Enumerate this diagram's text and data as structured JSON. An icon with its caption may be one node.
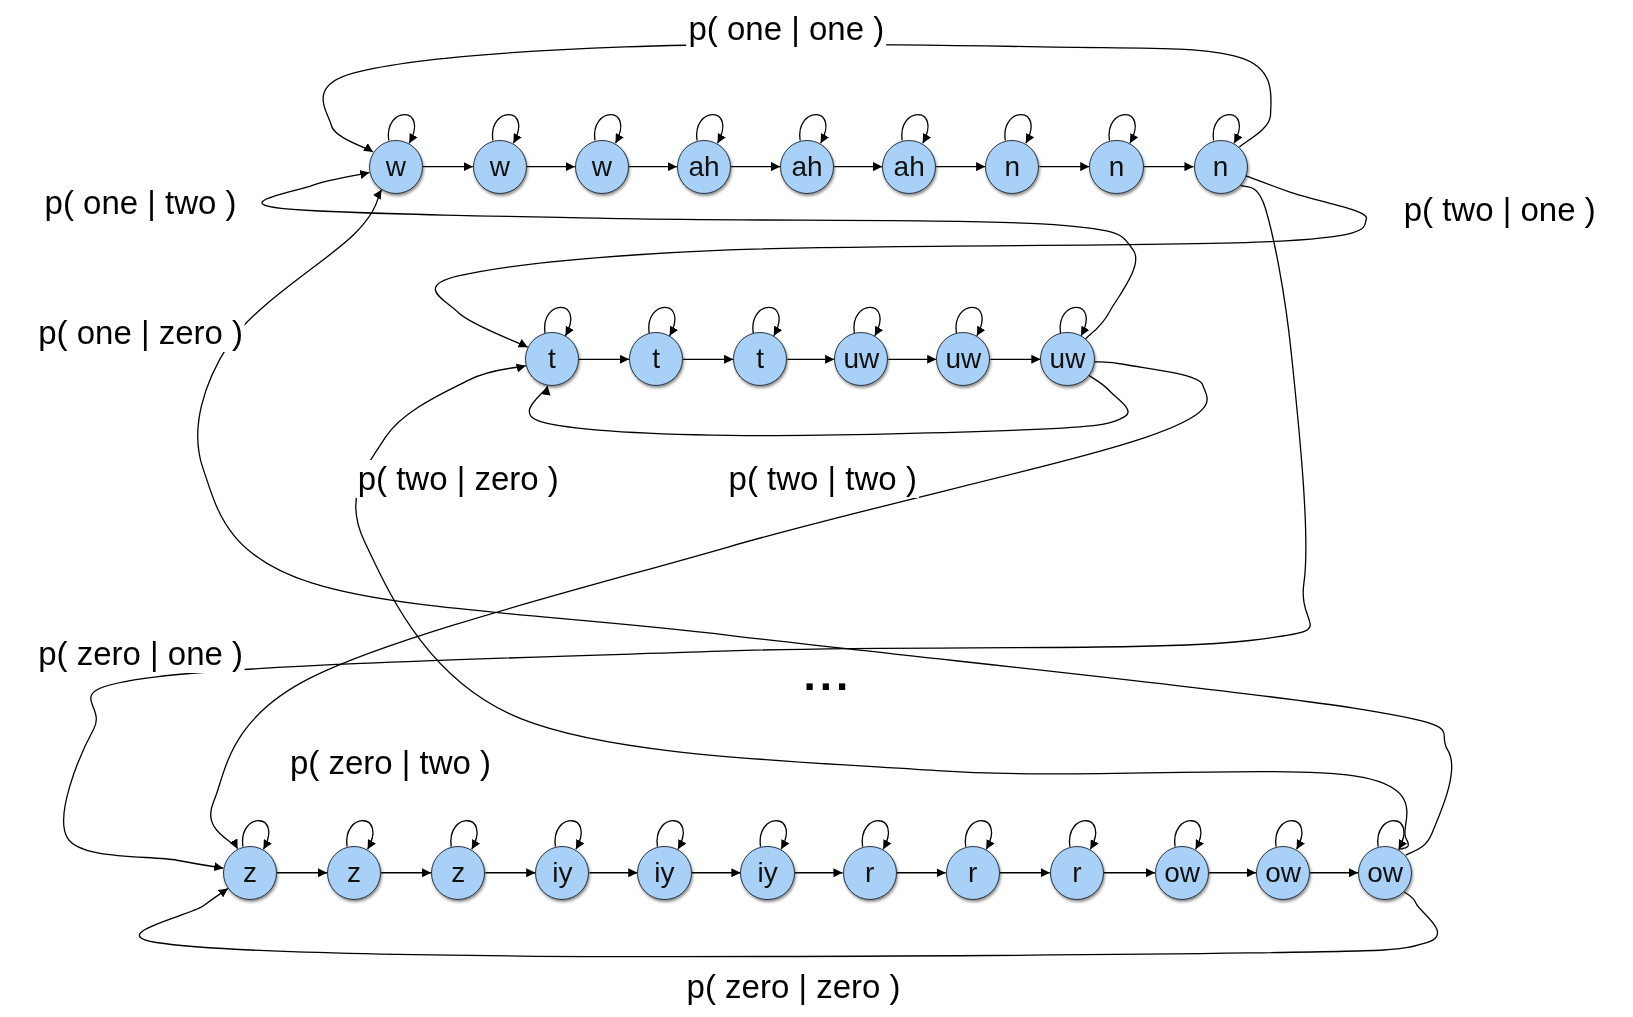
{
  "diagram": {
    "nodes": [
      {
        "text": [
          "w"
        ]
      },
      {
        "text": [
          "w"
        ]
      },
      {
        "text": [
          "w"
        ]
      },
      {
        "text": [
          "ah"
        ]
      },
      {
        "text": [
          "ah"
        ]
      },
      {
        "text": [
          "ah"
        ]
      },
      {
        "text": [
          "n"
        ]
      },
      {
        "text": [
          "n"
        ]
      },
      {
        "text": [
          "n"
        ]
      },
      {
        "text": [
          "t"
        ]
      },
      {
        "text": [
          "t"
        ]
      },
      {
        "text": [
          "t"
        ]
      },
      {
        "text": [
          "uw"
        ]
      },
      {
        "text": [
          "uw"
        ]
      },
      {
        "text": [
          "uw"
        ]
      },
      {
        "text": [
          "z"
        ]
      },
      {
        "text": [
          "z"
        ]
      },
      {
        "text": [
          "z"
        ]
      },
      {
        "text": [
          "iy"
        ]
      },
      {
        "text": [
          "iy"
        ]
      },
      {
        "text": [
          "iy"
        ]
      },
      {
        "text": [
          "r"
        ]
      },
      {
        "text": [
          "r"
        ]
      },
      {
        "text": [
          "r"
        ]
      },
      {
        "text": [
          "ow"
        ]
      },
      {
        "text": [
          "ow"
        ]
      },
      {
        "text": [
          "ow"
        ]
      }
    ],
    "edges": [
      {
        "from": 8,
        "to": 0,
        "arrow": "to",
        "label": "p( one | one )"
      },
      {
        "from": 14,
        "to": 0,
        "arrow": "to",
        "label": "p( one | two )"
      },
      {
        "from": 26,
        "to": 0,
        "arrow": "to",
        "label": "p( one | zero )"
      },
      {
        "from": 8,
        "to": 9,
        "arrow": "to",
        "label": "p( two | one )"
      },
      {
        "from": 14,
        "to": 9,
        "arrow": "to",
        "label": "p( two | two )"
      },
      {
        "from": 26,
        "to": 9,
        "arrow": "to",
        "label": "p( two | zero )"
      },
      {
        "from": 8,
        "to": 15,
        "arrow": "to",
        "label": "p( zero | one )"
      },
      {
        "from": 14,
        "to": 15,
        "arrow": "to",
        "label": "p( zero | two )"
      },
      {
        "from": 26,
        "to": 15,
        "arrow": "to",
        "label": "p( zero | zero )"
      },
      {
        "from": 0,
        "to": 0,
        "arrow": "to"
      },
      {
        "from": 1,
        "to": 1,
        "arrow": "to"
      },
      {
        "from": 2,
        "to": 2,
        "arrow": "to"
      },
      {
        "from": 3,
        "to": 3,
        "arrow": "to"
      },
      {
        "from": 4,
        "to": 4,
        "arrow": "to"
      },
      {
        "from": 5,
        "to": 5,
        "arrow": "to"
      },
      {
        "from": 6,
        "to": 6,
        "arrow": "to"
      },
      {
        "from": 7,
        "to": 7,
        "arrow": "to"
      },
      {
        "from": 8,
        "to": 8,
        "arrow": "to"
      },
      {
        "from": 9,
        "to": 9,
        "arrow": "to"
      },
      {
        "from": 10,
        "to": 10,
        "arrow": "to"
      },
      {
        "from": 11,
        "to": 11,
        "arrow": "to"
      },
      {
        "from": 12,
        "to": 12,
        "arrow": "to"
      },
      {
        "from": 13,
        "to": 13,
        "arrow": "to"
      },
      {
        "from": 14,
        "to": 14,
        "arrow": "to"
      },
      {
        "from": 15,
        "to": 15,
        "arrow": "to"
      },
      {
        "from": 16,
        "to": 16,
        "arrow": "to"
      },
      {
        "from": 17,
        "to": 17,
        "arrow": "to"
      },
      {
        "from": 18,
        "to": 18,
        "arrow": "to"
      },
      {
        "from": 19,
        "to": 19,
        "arrow": "to"
      },
      {
        "from": 20,
        "to": 20,
        "arrow": "to"
      },
      {
        "from": 21,
        "to": 21,
        "arrow": "to"
      },
      {
        "from": 22,
        "to": 22,
        "arrow": "to"
      },
      {
        "from": 23,
        "to": 23,
        "arrow": "to"
      },
      {
        "from": 24,
        "to": 24,
        "arrow": "to"
      },
      {
        "from": 25,
        "to": 25,
        "arrow": "to"
      },
      {
        "from": 26,
        "to": 26,
        "arrow": "to"
      },
      {
        "from": 0,
        "to": 1,
        "arrow": "to"
      },
      {
        "from": 1,
        "to": 2,
        "arrow": "to"
      },
      {
        "from": 2,
        "to": 3,
        "arrow": "to"
      },
      {
        "from": 3,
        "to": 4,
        "arrow": "to"
      },
      {
        "from": 4,
        "to": 5,
        "arrow": "to"
      },
      {
        "from": 5,
        "to": 6,
        "arrow": "to"
      },
      {
        "from": 6,
        "to": 7,
        "arrow": "to"
      },
      {
        "from": 7,
        "to": 8,
        "arrow": "to"
      },
      {
        "from": 9,
        "to": 10,
        "arrow": "to"
      },
      {
        "from": 10,
        "to": 11,
        "arrow": "to"
      },
      {
        "from": 11,
        "to": 12,
        "arrow": "to"
      },
      {
        "from": 12,
        "to": 13,
        "arrow": "to"
      },
      {
        "from": 13,
        "to": 14,
        "arrow": "to"
      },
      {
        "from": 15,
        "to": 16,
        "arrow": "to"
      },
      {
        "from": 16,
        "to": 17,
        "arrow": "to"
      },
      {
        "from": 17,
        "to": 18,
        "arrow": "to"
      },
      {
        "from": 18,
        "to": 19,
        "arrow": "to"
      },
      {
        "from": 19,
        "to": 20,
        "arrow": "to"
      },
      {
        "from": 20,
        "to": 21,
        "arrow": "to"
      },
      {
        "from": 21,
        "to": 22,
        "arrow": "to"
      },
      {
        "from": 22,
        "to": 23,
        "arrow": "to"
      },
      {
        "from": 23,
        "to": 24,
        "arrow": "to"
      },
      {
        "from": 24,
        "to": 25,
        "arrow": "to"
      },
      {
        "from": 25,
        "to": 26,
        "arrow": "to"
      }
    ],
    "labels": [
      "..."
    ]
  }
}
